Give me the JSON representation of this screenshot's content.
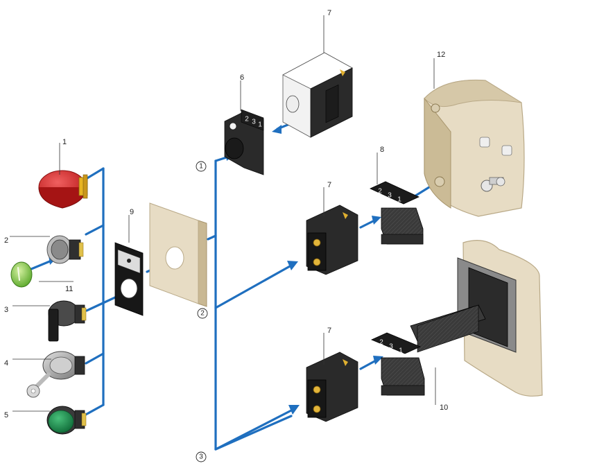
{
  "labels": {
    "l1": "1",
    "l2": "2",
    "l3": "3",
    "l4": "4",
    "l5": "5",
    "l6": "6",
    "l7a": "7",
    "l7b": "7",
    "l7c": "7",
    "l8": "8",
    "l9": "9",
    "l10": "10",
    "l11": "11",
    "l12": "12"
  },
  "steps": {
    "s1": "1",
    "s2": "2",
    "s3": "3"
  },
  "block_markings": {
    "b6": [
      "2",
      "3",
      "1"
    ],
    "b8": [
      "2",
      "3",
      "1"
    ],
    "b10": [
      "2",
      "3",
      "1"
    ]
  },
  "colors": {
    "flow_arrow": "#1f6fbf",
    "emergency_stop": "#d42a2a",
    "indicator_green": "#1e8f4e",
    "lens_green": "#7dc242",
    "mounting_panel": "#e7dcc4"
  }
}
